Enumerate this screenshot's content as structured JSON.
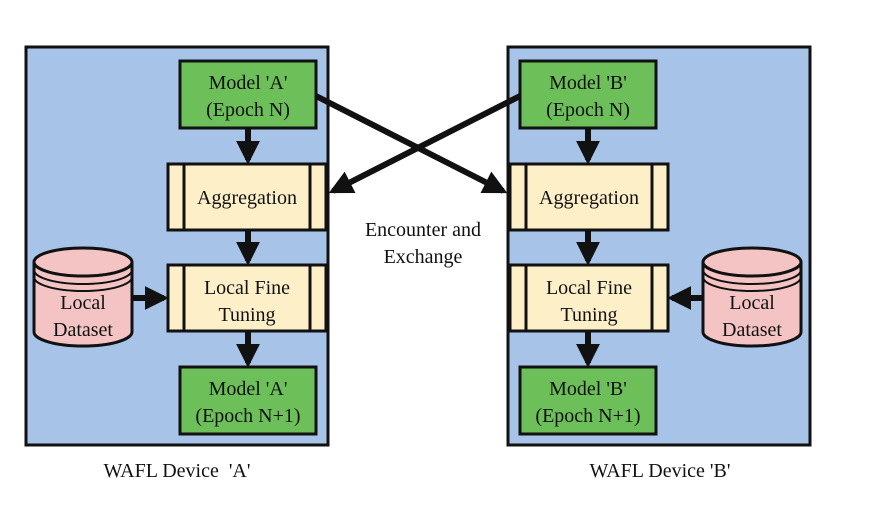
{
  "colors": {
    "device_bg": "#a8c3e8",
    "model_fill": "#6dbf5a",
    "process_fill": "#fdf0c9",
    "dataset_fill": "#f4c4c4",
    "stroke": "#111111"
  },
  "device_a": {
    "caption": "WAFL Device  'A'",
    "model_top": [
      "Model 'A'",
      "(Epoch N)"
    ],
    "aggregation": "Aggregation",
    "fine_tuning": [
      "Local Fine",
      "Tuning"
    ],
    "model_bottom": [
      "Model 'A'",
      "(Epoch N+1)"
    ],
    "dataset": [
      "Local",
      "Dataset"
    ]
  },
  "device_b": {
    "caption": "WAFL Device 'B'",
    "model_top": [
      "Model 'B'",
      "(Epoch N)"
    ],
    "aggregation": "Aggregation",
    "fine_tuning": [
      "Local Fine",
      "Tuning"
    ],
    "model_bottom": [
      "Model 'B'",
      "(Epoch N+1)"
    ],
    "dataset": [
      "Local",
      "Dataset"
    ]
  },
  "exchange_label": [
    "Encounter and",
    "Exchange"
  ]
}
